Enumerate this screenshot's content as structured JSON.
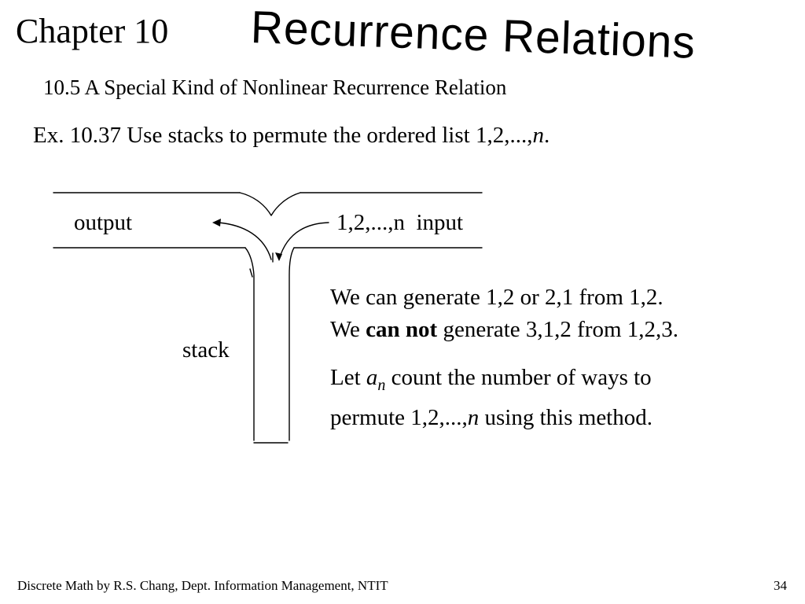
{
  "header": {
    "chapter": "Chapter 10",
    "title": "Recurrence Relations"
  },
  "section_heading": "10.5 A Special Kind of Nonlinear Recurrence Relation",
  "example": {
    "prefix": "Ex. 10.37 Use stacks to permute the ordered list 1,2,...,",
    "var": "n",
    "suffix": "."
  },
  "diagram": {
    "output_label": "output",
    "input_label": "1,2,...,n  input",
    "stack_label": "stack"
  },
  "paragraph1": {
    "line1": "We can generate 1,2 or 2,1 from 1,2.",
    "line2_pre": "We ",
    "line2_bold": "can not",
    "line2_post": " generate 3,1,2 from 1,2,3."
  },
  "paragraph2": {
    "line1_pre": "Let ",
    "line1_var": "a",
    "line1_sub": "n",
    "line1_post": " count the number of ways to",
    "line2_pre": "permute 1,2,...,",
    "line2_var": "n",
    "line2_post": " using this method."
  },
  "footer": {
    "credit": "Discrete Math by R.S. Chang, Dept. Information Management, NTIT",
    "page": "34"
  }
}
